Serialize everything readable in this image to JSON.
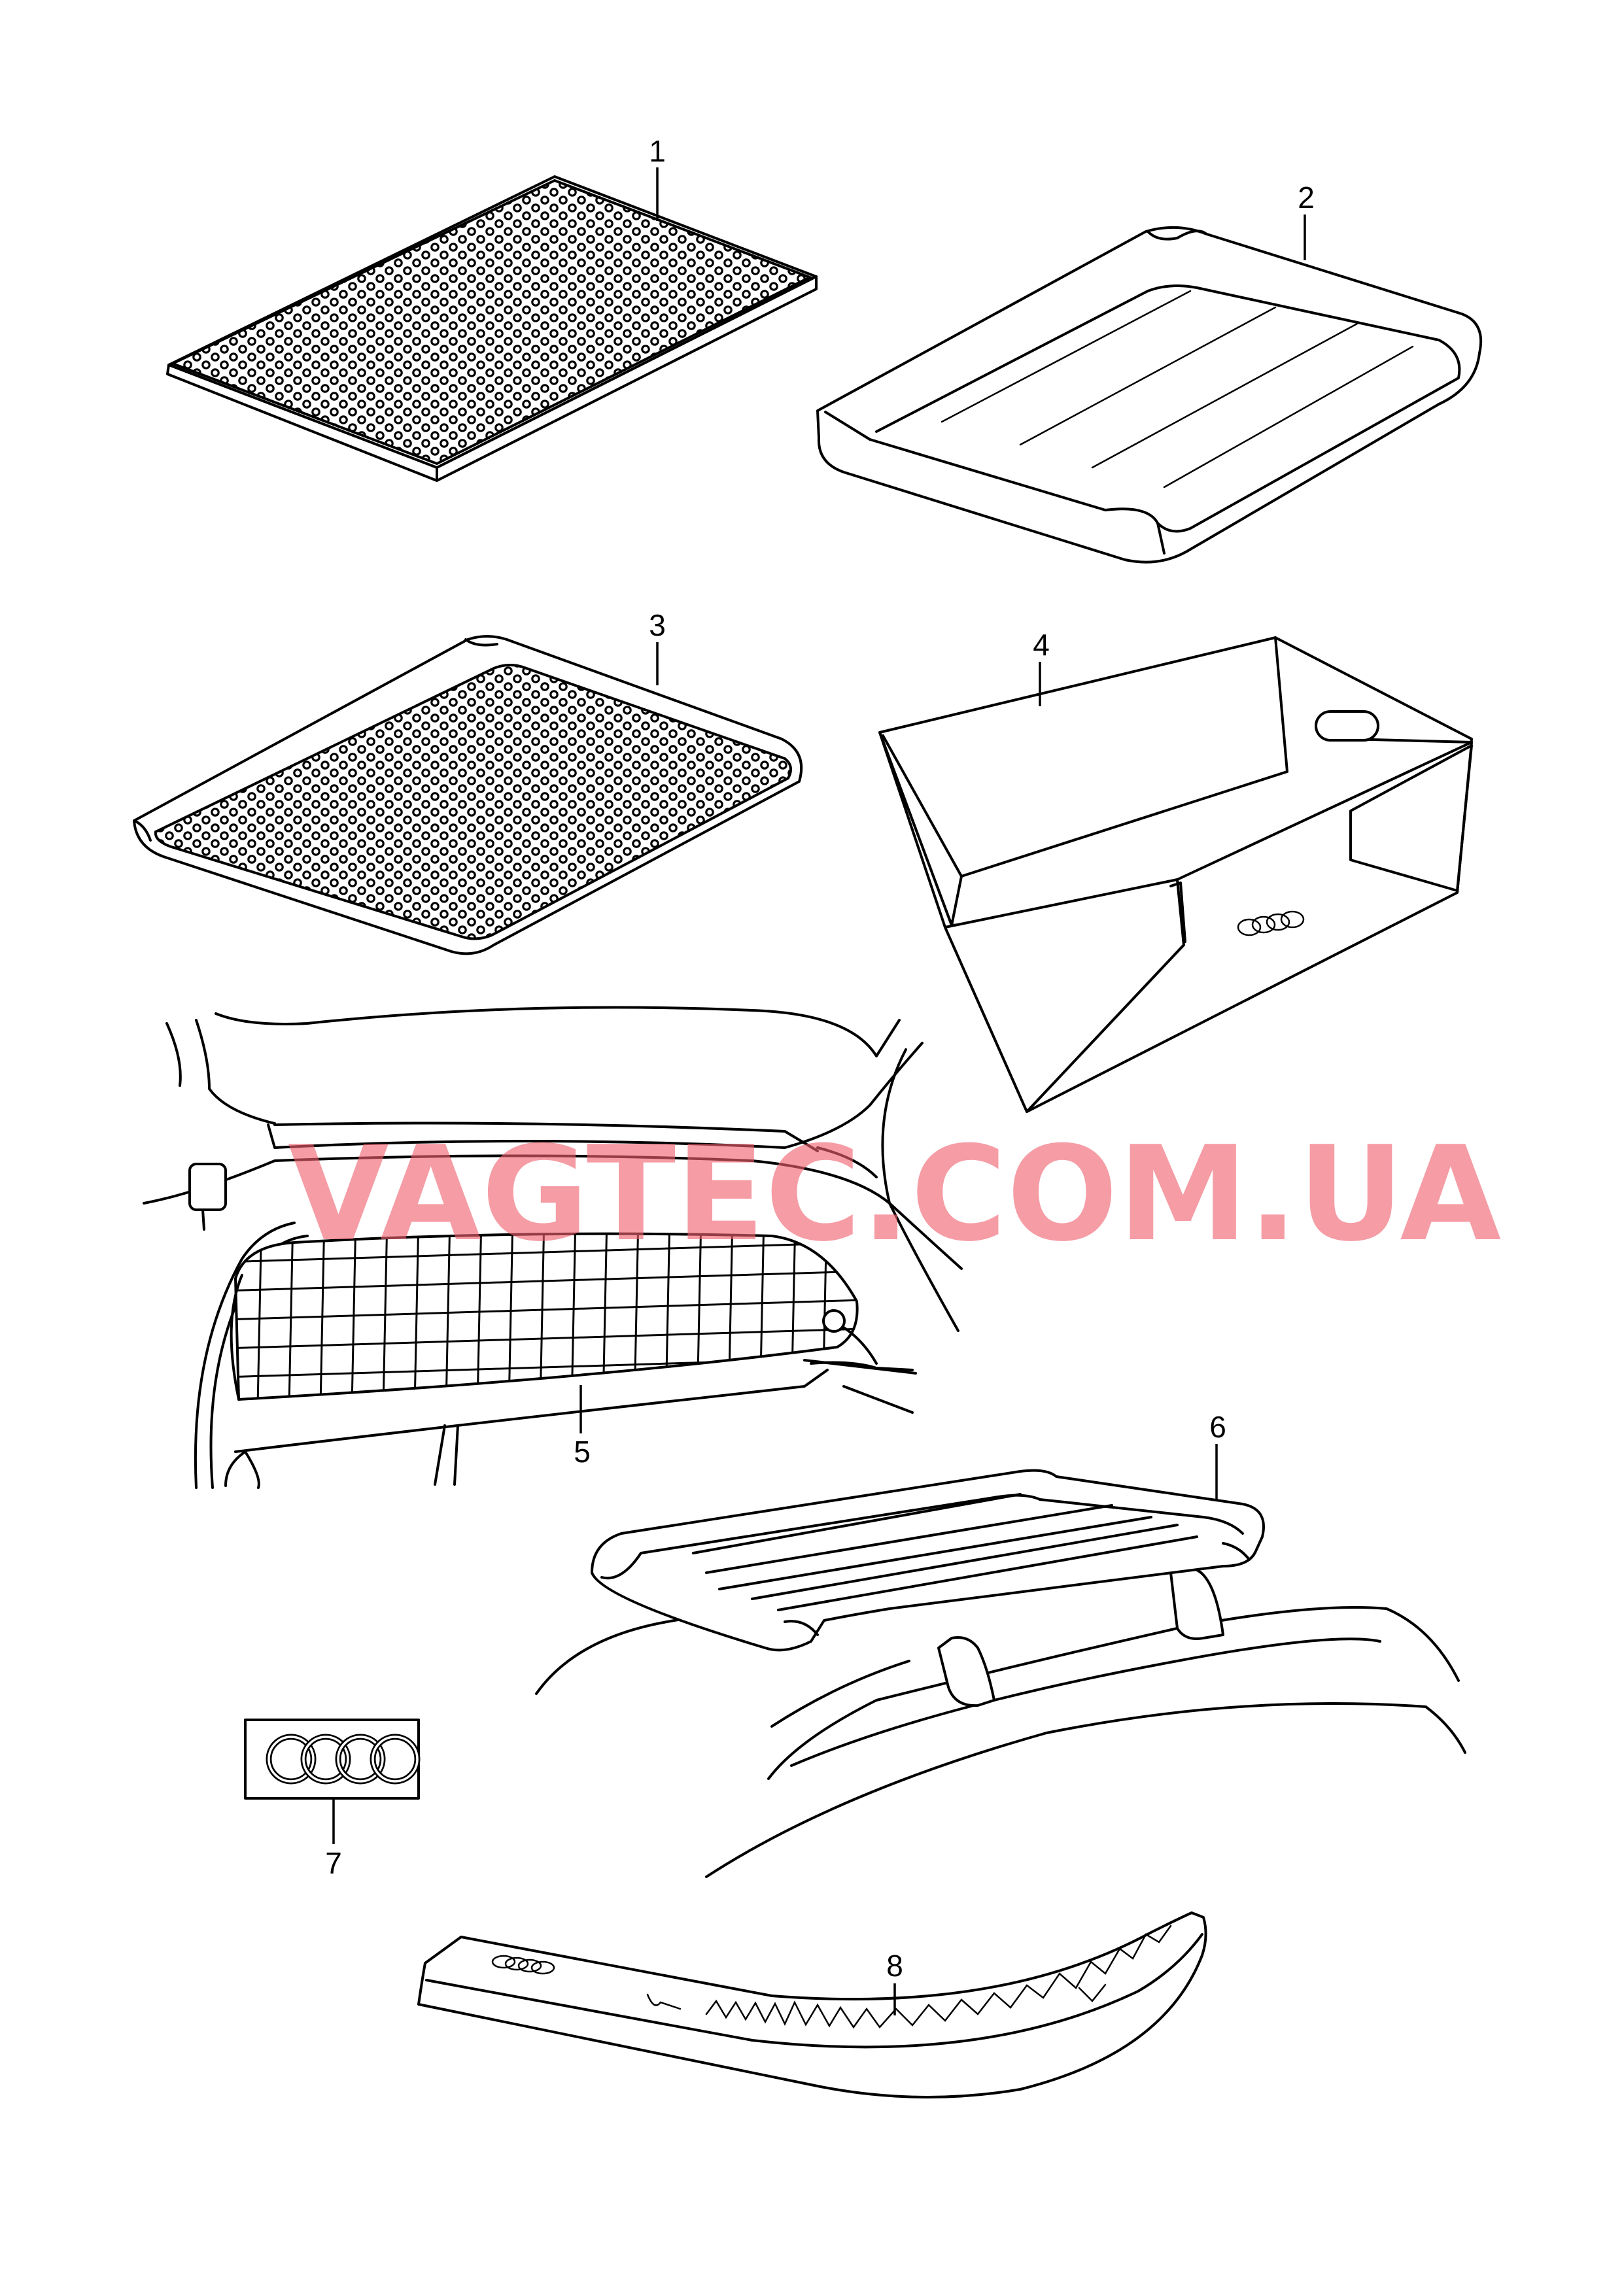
{
  "callouts": {
    "p1": "1",
    "p2": "2",
    "p3": "3",
    "p4": "4",
    "p5": "5",
    "p6": "6",
    "p7": "7",
    "p8": "8"
  },
  "watermark": "VAGTEC.COM.UA",
  "colors": {
    "line": "#000000",
    "watermark": "#f0606f",
    "background": "#ffffff"
  },
  "icons": {
    "brand_logo": "four-rings-logo"
  }
}
